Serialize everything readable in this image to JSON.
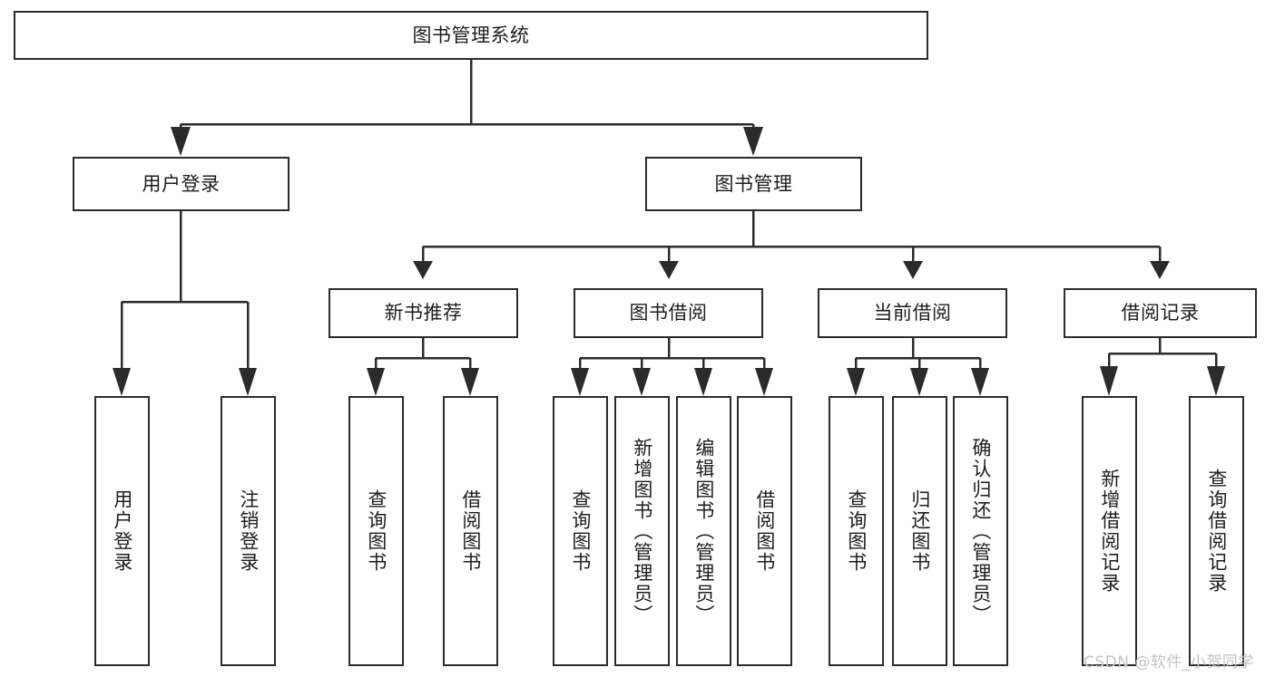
{
  "diagram": {
    "type": "tree-hierarchy",
    "title": "图书管理系统",
    "root": {
      "label": "图书管理系统"
    },
    "level2": [
      {
        "label": "用户登录"
      },
      {
        "label": "图书管理"
      }
    ],
    "level3": [
      {
        "label": "新书推荐"
      },
      {
        "label": "图书借阅"
      },
      {
        "label": "当前借阅"
      },
      {
        "label": "借阅记录"
      }
    ],
    "leaves": {
      "user_login": [
        {
          "label": "用户登录"
        },
        {
          "label": "注销登录"
        }
      ],
      "new_book_recommend": [
        {
          "label": "查询图书"
        },
        {
          "label": "借阅图书"
        }
      ],
      "book_borrow": [
        {
          "label": "查询图书"
        },
        {
          "label": "新增图书（管理员）"
        },
        {
          "label": "编辑图书（管理员）"
        },
        {
          "label": "借阅图书"
        }
      ],
      "current_borrow": [
        {
          "label": "查询图书"
        },
        {
          "label": "归还图书"
        },
        {
          "label": "确认归还（管理员）"
        }
      ],
      "borrow_record": [
        {
          "label": "新增借阅记录"
        },
        {
          "label": "查询借阅记录"
        }
      ]
    }
  },
  "watermark": {
    "text": "CSDN @软件_小贺同学"
  },
  "colors": {
    "stroke": "#2b2b2b",
    "text": "#1d1d1d",
    "background": "#ffffff",
    "watermark": "#c3c3c3"
  }
}
